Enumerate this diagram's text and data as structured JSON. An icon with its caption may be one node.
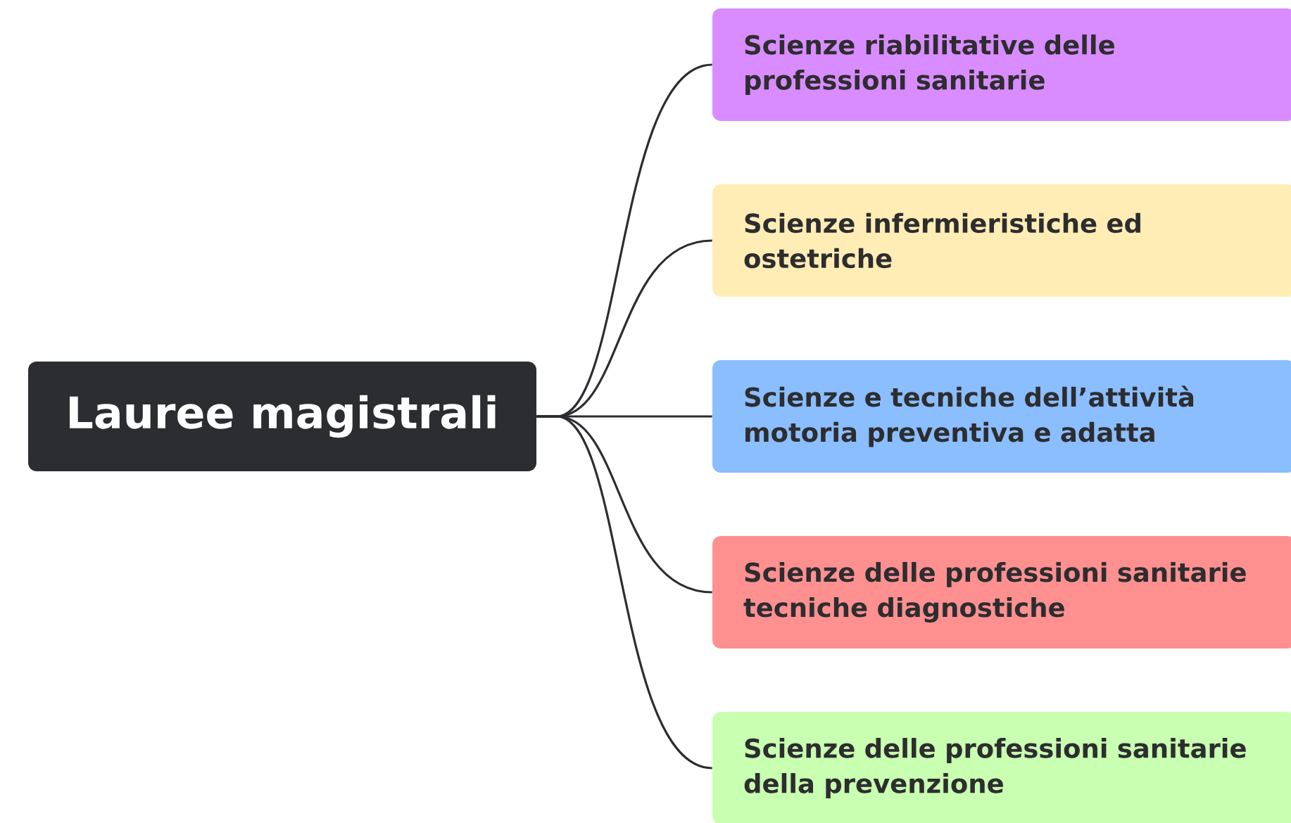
{
  "diagram": {
    "nodes": [
      {
        "text": [
          "Lauree magistrali"
        ]
      },
      {
        "text": [
          "Scienze riabilitative delle professioni sanitarie"
        ]
      },
      {
        "text": [
          "Scienze infermieristiche ed ostetriche"
        ]
      },
      {
        "text": [
          "Scienze e tecniche dell’attività motoria preventiva e adatta"
        ]
      },
      {
        "text": [
          "Scienze delle professioni sanitarie tecniche diagnostiche"
        ]
      },
      {
        "text": [
          "Scienze delle professioni sanitarie della prevenzione"
        ]
      }
    ],
    "edges": [
      {
        "from": 0,
        "to": 1,
        "arrow": "none"
      },
      {
        "from": 0,
        "to": 2,
        "arrow": "none"
      },
      {
        "from": 0,
        "to": 3,
        "arrow": "none"
      },
      {
        "from": 0,
        "to": 4,
        "arrow": "none"
      },
      {
        "from": 0,
        "to": 5,
        "arrow": "none"
      }
    ]
  }
}
